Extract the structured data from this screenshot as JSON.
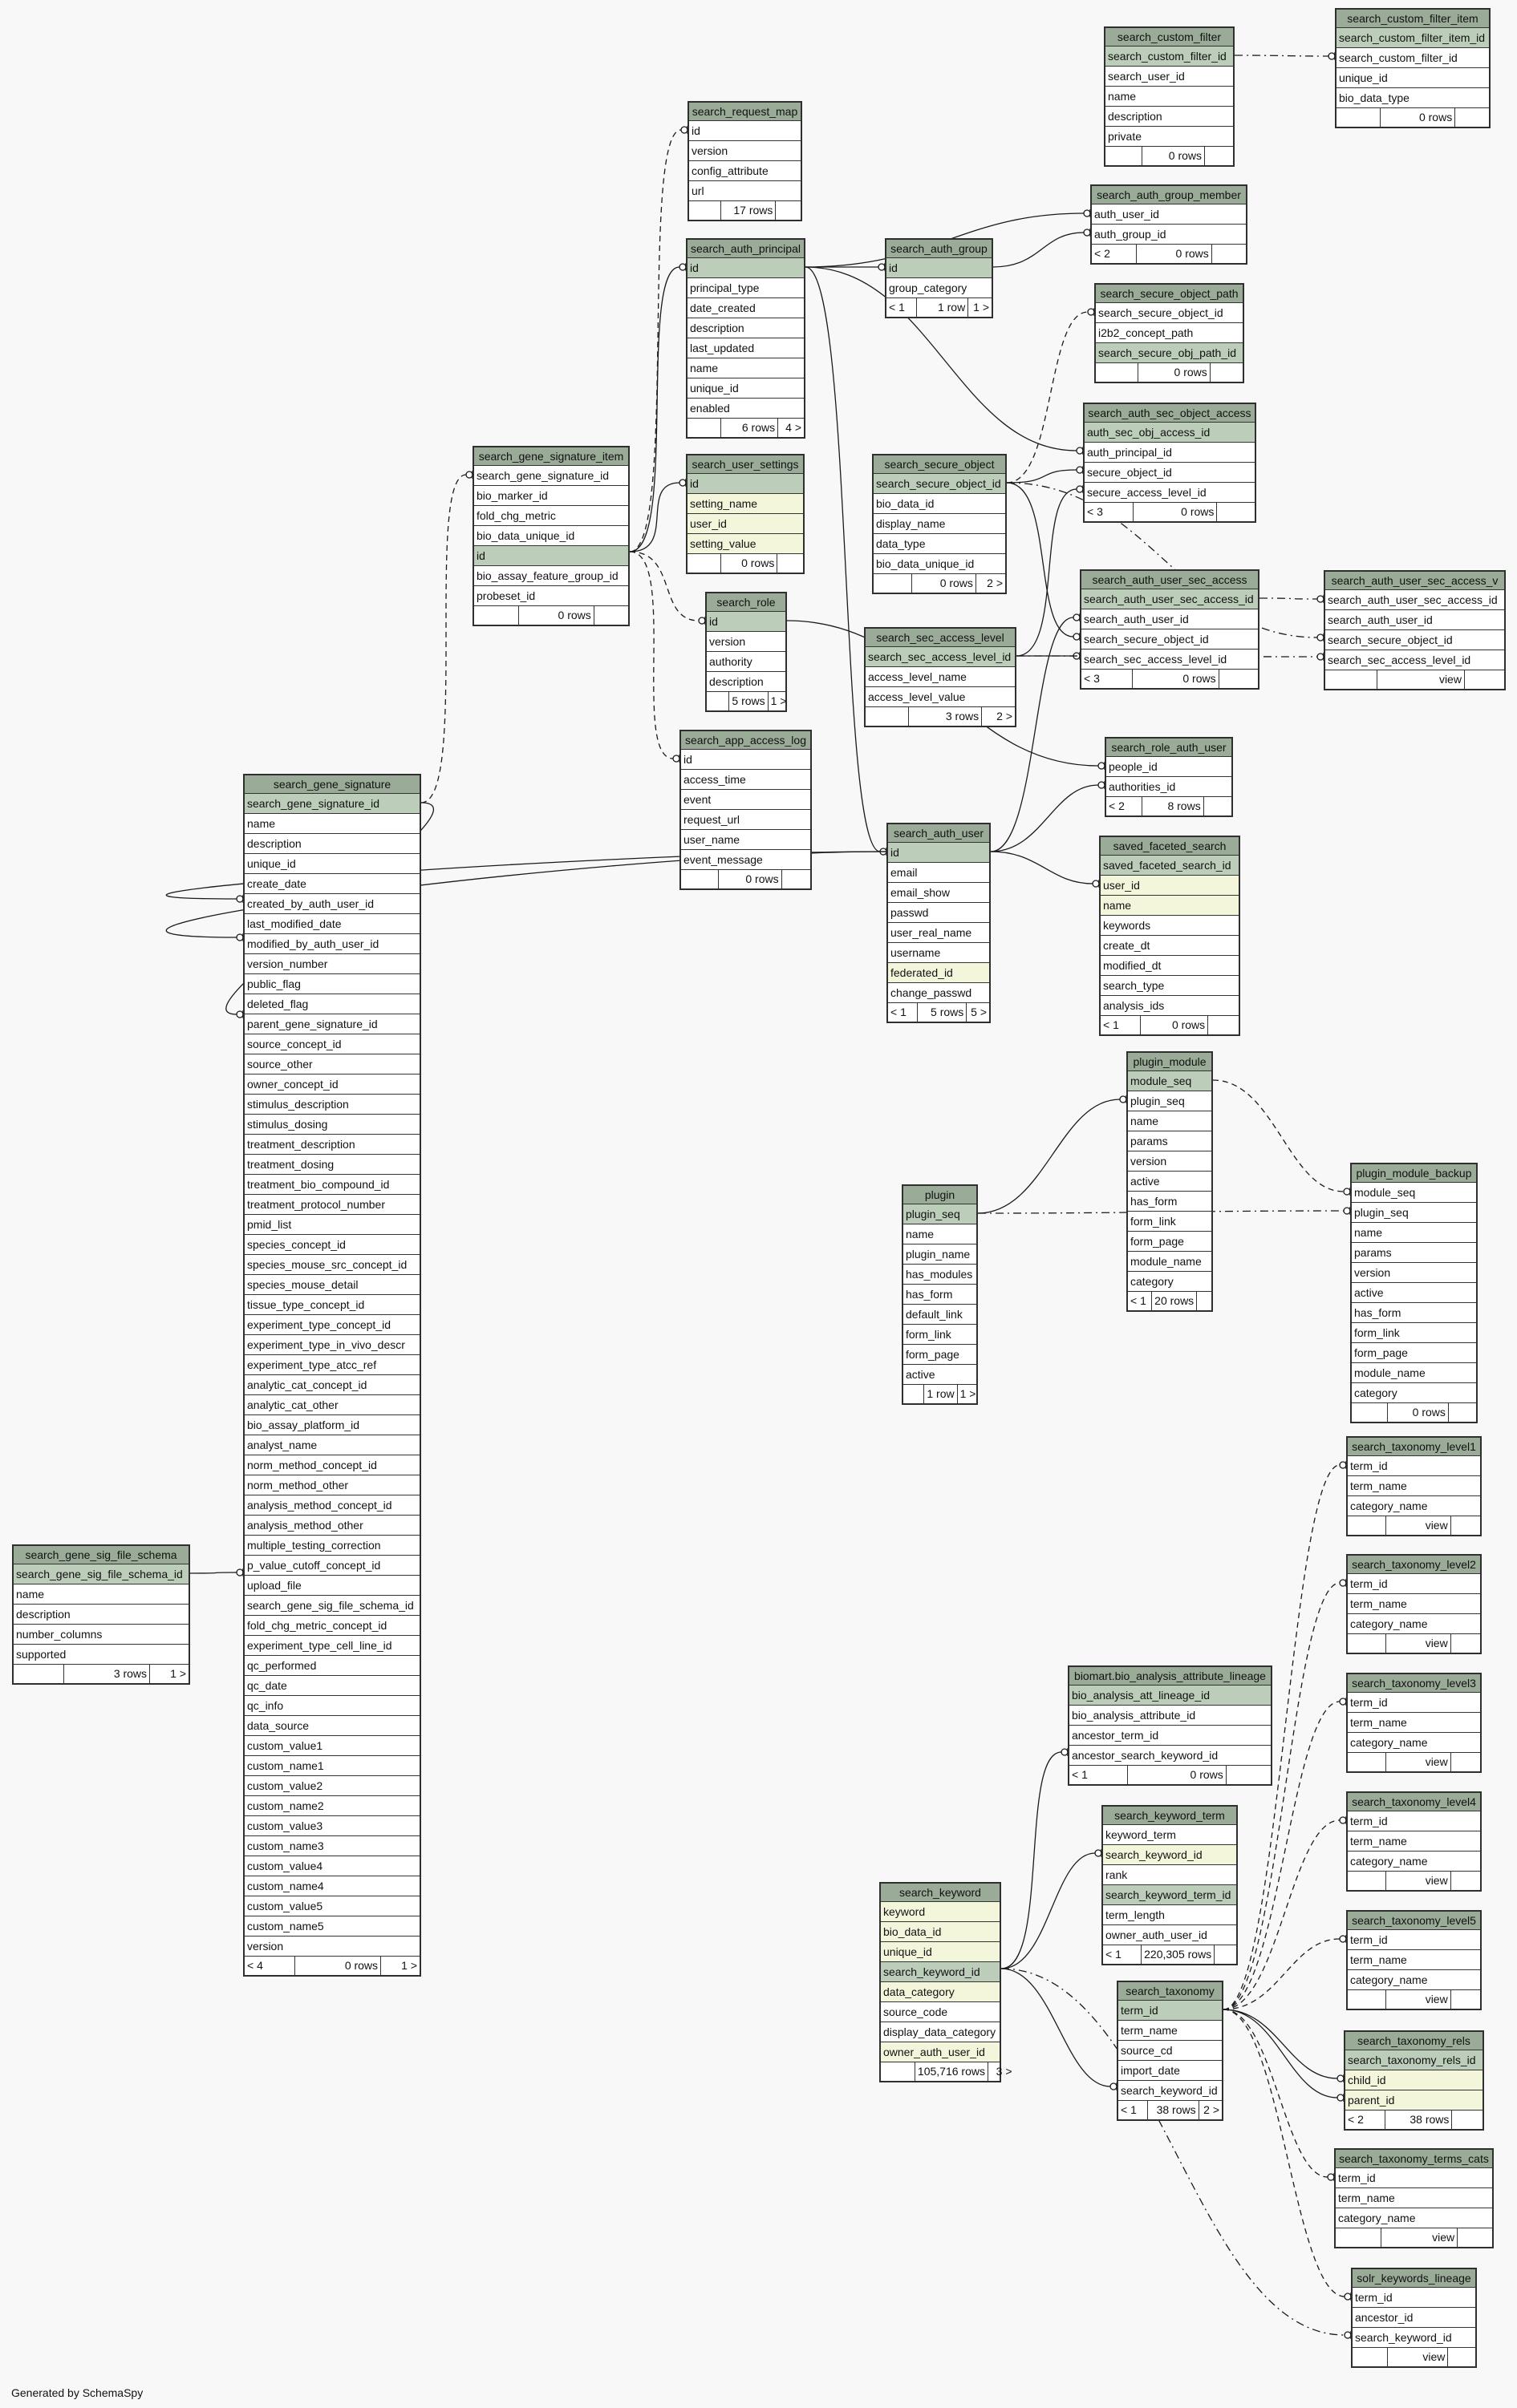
{
  "credit": "Generated by SchemaSpy",
  "tables": [
    {
      "name": "search_custom_filter_item",
      "rows": [
        {
          "t": "search_custom_filter_item_id",
          "k": "pk"
        },
        {
          "t": "search_custom_filter_id"
        },
        {
          "t": "unique_id"
        },
        {
          "t": "bio_data_type"
        }
      ],
      "foot": [
        "",
        "0 rows",
        ""
      ]
    },
    {
      "name": "search_custom_filter",
      "rows": [
        {
          "t": "search_custom_filter_id",
          "k": "pk"
        },
        {
          "t": "search_user_id"
        },
        {
          "t": "name"
        },
        {
          "t": "description"
        },
        {
          "t": "private"
        }
      ],
      "foot": [
        "",
        "0 rows",
        ""
      ]
    },
    {
      "name": "search_request_map",
      "rows": [
        {
          "t": "id"
        },
        {
          "t": "version"
        },
        {
          "t": "config_attribute"
        },
        {
          "t": "url"
        }
      ],
      "foot": [
        "",
        "17 rows",
        ""
      ]
    },
    {
      "name": "search_auth_group_member",
      "rows": [
        {
          "t": "auth_user_id"
        },
        {
          "t": "auth_group_id"
        }
      ],
      "foot": [
        "< 2",
        "0 rows",
        ""
      ]
    },
    {
      "name": "search_auth_principal",
      "rows": [
        {
          "t": "id",
          "k": "pk"
        },
        {
          "t": "principal_type"
        },
        {
          "t": "date_created"
        },
        {
          "t": "description"
        },
        {
          "t": "last_updated"
        },
        {
          "t": "name"
        },
        {
          "t": "unique_id"
        },
        {
          "t": "enabled"
        }
      ],
      "foot": [
        "",
        "6 rows",
        "4 >"
      ]
    },
    {
      "name": "search_auth_group",
      "rows": [
        {
          "t": "id",
          "k": "pk"
        },
        {
          "t": "group_category"
        }
      ],
      "foot": [
        "< 1",
        "1 row",
        "1 >"
      ]
    },
    {
      "name": "search_secure_object_path",
      "rows": [
        {
          "t": "search_secure_object_id"
        },
        {
          "t": "i2b2_concept_path"
        },
        {
          "t": "search_secure_obj_path_id",
          "k": "pk"
        }
      ],
      "foot": [
        "",
        "0 rows",
        ""
      ]
    },
    {
      "name": "search_auth_sec_object_access",
      "rows": [
        {
          "t": "auth_sec_obj_access_id",
          "k": "pk"
        },
        {
          "t": "auth_principal_id"
        },
        {
          "t": "secure_object_id"
        },
        {
          "t": "secure_access_level_id"
        }
      ],
      "foot": [
        "< 3",
        "0 rows",
        ""
      ]
    },
    {
      "name": "search_gene_signature_item",
      "rows": [
        {
          "t": "search_gene_signature_id"
        },
        {
          "t": "bio_marker_id"
        },
        {
          "t": "fold_chg_metric"
        },
        {
          "t": "bio_data_unique_id"
        },
        {
          "t": "id",
          "k": "pk"
        },
        {
          "t": "bio_assay_feature_group_id"
        },
        {
          "t": "probeset_id"
        }
      ],
      "foot": [
        "",
        "0 rows",
        ""
      ]
    },
    {
      "name": "search_user_settings",
      "rows": [
        {
          "t": "id",
          "k": "pk"
        },
        {
          "t": "setting_name",
          "k": "fk"
        },
        {
          "t": "user_id",
          "k": "fk"
        },
        {
          "t": "setting_value",
          "k": "fk"
        }
      ],
      "foot": [
        "",
        "0 rows",
        ""
      ]
    },
    {
      "name": "search_secure_object",
      "rows": [
        {
          "t": "search_secure_object_id",
          "k": "pk"
        },
        {
          "t": "bio_data_id"
        },
        {
          "t": "display_name"
        },
        {
          "t": "data_type"
        },
        {
          "t": "bio_data_unique_id"
        }
      ],
      "foot": [
        "",
        "0 rows",
        "2 >"
      ]
    },
    {
      "name": "search_role",
      "rows": [
        {
          "t": "id",
          "k": "pk"
        },
        {
          "t": "version"
        },
        {
          "t": "authority"
        },
        {
          "t": "description"
        }
      ],
      "foot": [
        "",
        "5 rows",
        "1 >"
      ]
    },
    {
      "name": "search_auth_user_sec_access",
      "rows": [
        {
          "t": "search_auth_user_sec_access_id",
          "k": "pk"
        },
        {
          "t": "search_auth_user_id"
        },
        {
          "t": "search_secure_object_id"
        },
        {
          "t": "search_sec_access_level_id"
        }
      ],
      "foot": [
        "< 3",
        "0 rows",
        ""
      ]
    },
    {
      "name": "search_auth_user_sec_access_v",
      "rows": [
        {
          "t": "search_auth_user_sec_access_id"
        },
        {
          "t": "search_auth_user_id"
        },
        {
          "t": "search_secure_object_id"
        },
        {
          "t": "search_sec_access_level_id"
        }
      ],
      "foot": [
        "",
        "view",
        ""
      ]
    },
    {
      "name": "search_sec_access_level",
      "rows": [
        {
          "t": "search_sec_access_level_id",
          "k": "pk"
        },
        {
          "t": "access_level_name"
        },
        {
          "t": "access_level_value"
        }
      ],
      "foot": [
        "",
        "3 rows",
        "2 >"
      ]
    },
    {
      "name": "search_app_access_log",
      "rows": [
        {
          "t": "id"
        },
        {
          "t": "access_time"
        },
        {
          "t": "event"
        },
        {
          "t": "request_url"
        },
        {
          "t": "user_name"
        },
        {
          "t": "event_message"
        }
      ],
      "foot": [
        "",
        "0 rows",
        ""
      ]
    },
    {
      "name": "search_role_auth_user",
      "rows": [
        {
          "t": "people_id"
        },
        {
          "t": "authorities_id"
        }
      ],
      "foot": [
        "< 2",
        "8 rows",
        ""
      ]
    },
    {
      "name": "search_gene_signature",
      "rows": [
        {
          "t": "search_gene_signature_id",
          "k": "pk"
        },
        {
          "t": "name"
        },
        {
          "t": "description"
        },
        {
          "t": "unique_id"
        },
        {
          "t": "create_date"
        },
        {
          "t": "created_by_auth_user_id"
        },
        {
          "t": "last_modified_date"
        },
        {
          "t": "modified_by_auth_user_id"
        },
        {
          "t": "version_number"
        },
        {
          "t": "public_flag"
        },
        {
          "t": "deleted_flag"
        },
        {
          "t": "parent_gene_signature_id"
        },
        {
          "t": "source_concept_id"
        },
        {
          "t": "source_other"
        },
        {
          "t": "owner_concept_id"
        },
        {
          "t": "stimulus_description"
        },
        {
          "t": "stimulus_dosing"
        },
        {
          "t": "treatment_description"
        },
        {
          "t": "treatment_dosing"
        },
        {
          "t": "treatment_bio_compound_id"
        },
        {
          "t": "treatment_protocol_number"
        },
        {
          "t": "pmid_list"
        },
        {
          "t": "species_concept_id"
        },
        {
          "t": "species_mouse_src_concept_id"
        },
        {
          "t": "species_mouse_detail"
        },
        {
          "t": "tissue_type_concept_id"
        },
        {
          "t": "experiment_type_concept_id"
        },
        {
          "t": "experiment_type_in_vivo_descr"
        },
        {
          "t": "experiment_type_atcc_ref"
        },
        {
          "t": "analytic_cat_concept_id"
        },
        {
          "t": "analytic_cat_other"
        },
        {
          "t": "bio_assay_platform_id"
        },
        {
          "t": "analyst_name"
        },
        {
          "t": "norm_method_concept_id"
        },
        {
          "t": "norm_method_other"
        },
        {
          "t": "analysis_method_concept_id"
        },
        {
          "t": "analysis_method_other"
        },
        {
          "t": "multiple_testing_correction"
        },
        {
          "t": "p_value_cutoff_concept_id"
        },
        {
          "t": "upload_file"
        },
        {
          "t": "search_gene_sig_file_schema_id"
        },
        {
          "t": "fold_chg_metric_concept_id"
        },
        {
          "t": "experiment_type_cell_line_id"
        },
        {
          "t": "qc_performed"
        },
        {
          "t": "qc_date"
        },
        {
          "t": "qc_info"
        },
        {
          "t": "data_source"
        },
        {
          "t": "custom_value1"
        },
        {
          "t": "custom_name1"
        },
        {
          "t": "custom_value2"
        },
        {
          "t": "custom_name2"
        },
        {
          "t": "custom_value3"
        },
        {
          "t": "custom_name3"
        },
        {
          "t": "custom_value4"
        },
        {
          "t": "custom_name4"
        },
        {
          "t": "custom_value5"
        },
        {
          "t": "custom_name5"
        },
        {
          "t": "version"
        }
      ],
      "foot": [
        "< 4",
        "0 rows",
        "1 >"
      ]
    },
    {
      "name": "search_auth_user",
      "rows": [
        {
          "t": "id",
          "k": "pk"
        },
        {
          "t": "email"
        },
        {
          "t": "email_show"
        },
        {
          "t": "passwd"
        },
        {
          "t": "user_real_name"
        },
        {
          "t": "username"
        },
        {
          "t": "federated_id",
          "k": "fk"
        },
        {
          "t": "change_passwd"
        }
      ],
      "foot": [
        "< 1",
        "5 rows",
        "5 >"
      ]
    },
    {
      "name": "saved_faceted_search",
      "rows": [
        {
          "t": "saved_faceted_search_id",
          "k": "pk"
        },
        {
          "t": "user_id",
          "k": "fk"
        },
        {
          "t": "name",
          "k": "fk"
        },
        {
          "t": "keywords"
        },
        {
          "t": "create_dt"
        },
        {
          "t": "modified_dt"
        },
        {
          "t": "search_type"
        },
        {
          "t": "analysis_ids"
        }
      ],
      "foot": [
        "< 1",
        "0 rows",
        ""
      ]
    },
    {
      "name": "plugin_module",
      "rows": [
        {
          "t": "module_seq",
          "k": "pk"
        },
        {
          "t": "plugin_seq"
        },
        {
          "t": "name"
        },
        {
          "t": "params"
        },
        {
          "t": "version"
        },
        {
          "t": "active"
        },
        {
          "t": "has_form"
        },
        {
          "t": "form_link"
        },
        {
          "t": "form_page"
        },
        {
          "t": "module_name"
        },
        {
          "t": "category"
        }
      ],
      "foot": [
        "< 1",
        "20 rows",
        ""
      ]
    },
    {
      "name": "plugin",
      "rows": [
        {
          "t": "plugin_seq",
          "k": "pk"
        },
        {
          "t": "name"
        },
        {
          "t": "plugin_name"
        },
        {
          "t": "has_modules"
        },
        {
          "t": "has_form"
        },
        {
          "t": "default_link"
        },
        {
          "t": "form_link"
        },
        {
          "t": "form_page"
        },
        {
          "t": "active"
        }
      ],
      "foot": [
        "",
        "1 row",
        "1 >"
      ]
    },
    {
      "name": "plugin_module_backup",
      "rows": [
        {
          "t": "module_seq"
        },
        {
          "t": "plugin_seq"
        },
        {
          "t": "name"
        },
        {
          "t": "params"
        },
        {
          "t": "version"
        },
        {
          "t": "active"
        },
        {
          "t": "has_form"
        },
        {
          "t": "form_link"
        },
        {
          "t": "form_page"
        },
        {
          "t": "module_name"
        },
        {
          "t": "category"
        }
      ],
      "foot": [
        "",
        "0 rows",
        ""
      ]
    },
    {
      "name": "search_taxonomy_level1",
      "rows": [
        {
          "t": "term_id"
        },
        {
          "t": "term_name"
        },
        {
          "t": "category_name"
        }
      ],
      "foot": [
        "",
        "view",
        ""
      ]
    },
    {
      "name": "search_gene_sig_file_schema",
      "rows": [
        {
          "t": "search_gene_sig_file_schema_id",
          "k": "pk"
        },
        {
          "t": "name"
        },
        {
          "t": "description"
        },
        {
          "t": "number_columns"
        },
        {
          "t": "supported"
        }
      ],
      "foot": [
        "",
        "3 rows",
        "1 >"
      ]
    },
    {
      "name": "search_taxonomy_level2",
      "rows": [
        {
          "t": "term_id"
        },
        {
          "t": "term_name"
        },
        {
          "t": "category_name"
        }
      ],
      "foot": [
        "",
        "view",
        ""
      ]
    },
    {
      "name": "biomart.bio_analysis_attribute_lineage",
      "rows": [
        {
          "t": "bio_analysis_att_lineage_id",
          "k": "pk"
        },
        {
          "t": "bio_analysis_attribute_id"
        },
        {
          "t": "ancestor_term_id"
        },
        {
          "t": "ancestor_search_keyword_id"
        }
      ],
      "foot": [
        "< 1",
        "0 rows",
        ""
      ]
    },
    {
      "name": "search_taxonomy_level3",
      "rows": [
        {
          "t": "term_id"
        },
        {
          "t": "term_name"
        },
        {
          "t": "category_name"
        }
      ],
      "foot": [
        "",
        "view",
        ""
      ]
    },
    {
      "name": "search_keyword_term",
      "rows": [
        {
          "t": "keyword_term"
        },
        {
          "t": "search_keyword_id",
          "k": "fk"
        },
        {
          "t": "rank"
        },
        {
          "t": "search_keyword_term_id",
          "k": "pk"
        },
        {
          "t": "term_length"
        },
        {
          "t": "owner_auth_user_id"
        }
      ],
      "foot": [
        "< 1",
        "220,305 rows",
        ""
      ]
    },
    {
      "name": "search_taxonomy_level4",
      "rows": [
        {
          "t": "term_id"
        },
        {
          "t": "term_name"
        },
        {
          "t": "category_name"
        }
      ],
      "foot": [
        "",
        "view",
        ""
      ]
    },
    {
      "name": "search_keyword",
      "rows": [
        {
          "t": "keyword",
          "k": "fk"
        },
        {
          "t": "bio_data_id",
          "k": "fk"
        },
        {
          "t": "unique_id",
          "k": "fk"
        },
        {
          "t": "search_keyword_id",
          "k": "pk"
        },
        {
          "t": "data_category",
          "k": "fk"
        },
        {
          "t": "source_code"
        },
        {
          "t": "display_data_category"
        },
        {
          "t": "owner_auth_user_id",
          "k": "fk"
        }
      ],
      "foot": [
        "",
        "105,716 rows",
        "3 >"
      ]
    },
    {
      "name": "search_taxonomy_level5",
      "rows": [
        {
          "t": "term_id"
        },
        {
          "t": "term_name"
        },
        {
          "t": "category_name"
        }
      ],
      "foot": [
        "",
        "view",
        ""
      ]
    },
    {
      "name": "search_taxonomy",
      "rows": [
        {
          "t": "term_id",
          "k": "pk"
        },
        {
          "t": "term_name"
        },
        {
          "t": "source_cd"
        },
        {
          "t": "import_date"
        },
        {
          "t": "search_keyword_id"
        }
      ],
      "foot": [
        "< 1",
        "38 rows",
        "2 >"
      ]
    },
    {
      "name": "search_taxonomy_rels",
      "rows": [
        {
          "t": "search_taxonomy_rels_id",
          "k": "pk"
        },
        {
          "t": "child_id",
          "k": "fk"
        },
        {
          "t": "parent_id",
          "k": "fk"
        }
      ],
      "foot": [
        "< 2",
        "38 rows",
        ""
      ]
    },
    {
      "name": "search_taxonomy_terms_cats",
      "rows": [
        {
          "t": "term_id"
        },
        {
          "t": "term_name"
        },
        {
          "t": "category_name"
        }
      ],
      "foot": [
        "",
        "view",
        ""
      ]
    },
    {
      "name": "solr_keywords_lineage",
      "rows": [
        {
          "t": "term_id"
        },
        {
          "t": "ancestor_id"
        },
        {
          "t": "search_keyword_id"
        }
      ],
      "foot": [
        "",
        "view",
        ""
      ]
    }
  ]
}
